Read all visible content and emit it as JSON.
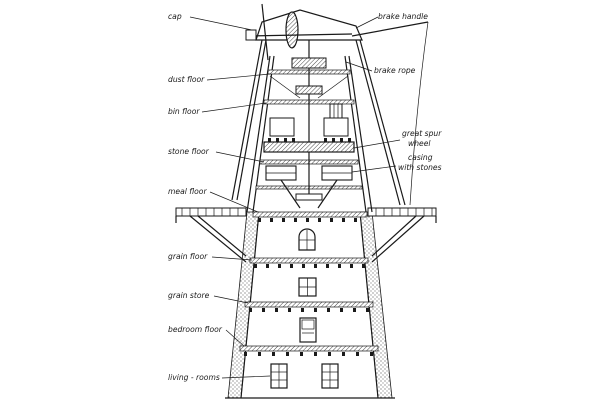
{
  "labels": {
    "cap": "cap",
    "brake_handle": "brake handle",
    "brake_rope": "brake rope",
    "dust_floor": "dust floor",
    "bin_floor": "bin floor",
    "stone_floor": "stone floor",
    "meal_floor": "meal floor",
    "great_spur_wheel_1": "great spur",
    "great_spur_wheel_2": "wheel",
    "casing_1": "casing",
    "casing_2": "with stones",
    "grain_floor": "grain floor",
    "grain_store": "grain store",
    "bedroom_floor": "bedroom floor",
    "living_rooms": "living - rooms"
  }
}
